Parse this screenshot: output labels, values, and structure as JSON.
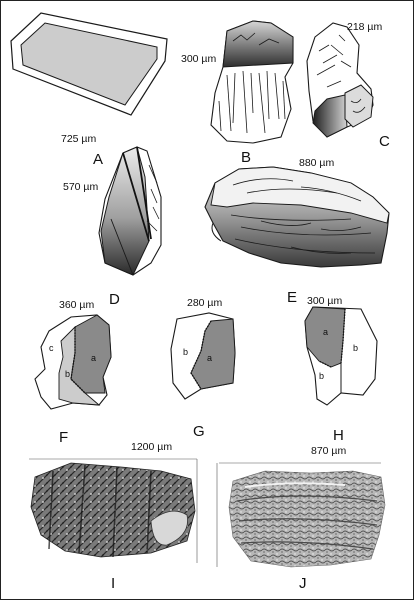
{
  "panels": {
    "A": {
      "letter": "A",
      "scale": "725 µm"
    },
    "B": {
      "letter": "B",
      "scale": "300 µm"
    },
    "C": {
      "letter": "C",
      "scale": "218 µm"
    },
    "D": {
      "letter": "D",
      "scale": "570 µm"
    },
    "E": {
      "letter": "E",
      "scale": "880 µm"
    },
    "F": {
      "letter": "F",
      "scale": "360 µm",
      "regions": [
        "a",
        "b",
        "c"
      ]
    },
    "G": {
      "letter": "G",
      "scale": "280 µm",
      "regions": [
        "a",
        "b"
      ]
    },
    "H": {
      "letter": "H",
      "scale": "300 µm",
      "regions": [
        "a",
        "b",
        "b"
      ]
    },
    "I": {
      "letter": "I",
      "scale": "1200 µm"
    },
    "J": {
      "letter": "J",
      "scale": "870 µm"
    }
  },
  "colors": {
    "outline": "#1a1a1a",
    "light_fill": "#cccccc",
    "dark_fill": "#8a8a8a",
    "shade_dark": "#3a3a3a",
    "white": "#ffffff"
  }
}
